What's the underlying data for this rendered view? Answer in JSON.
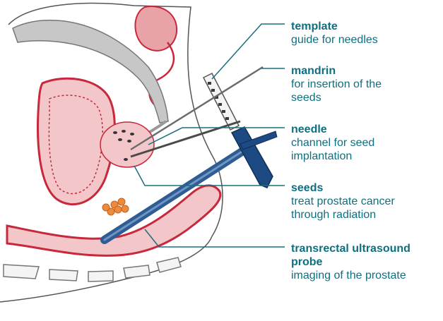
{
  "colors": {
    "accent_text": "#0e6f80",
    "leader_line": "#1b6e7c",
    "tissue_red": "#c8283c",
    "tissue_pink": "#f3c7c9",
    "bone_gray": "#bdbdbd",
    "probe_blue": "#2f5d93",
    "seed_orange": "#ee8a3a"
  },
  "icons": {
    "probe": "transrectal-probe-icon",
    "needle": "needle-icon",
    "template": "template-grid-icon",
    "seeds": "seed-cluster-icon"
  },
  "labels": {
    "template": {
      "title": "template",
      "desc": [
        "guide for needles"
      ]
    },
    "mandrin": {
      "title": "mandrin",
      "desc": [
        "for insertion of the",
        "seeds"
      ]
    },
    "needle": {
      "title": "needle",
      "desc": [
        "channel for seed",
        "implantation"
      ]
    },
    "seeds": {
      "title": "seeds",
      "desc": [
        "treat prostate cancer",
        "through radiation"
      ]
    },
    "probe": {
      "title": [
        "transrectal ultrasound",
        "probe"
      ],
      "desc": [
        "imaging of the prostate"
      ]
    }
  }
}
